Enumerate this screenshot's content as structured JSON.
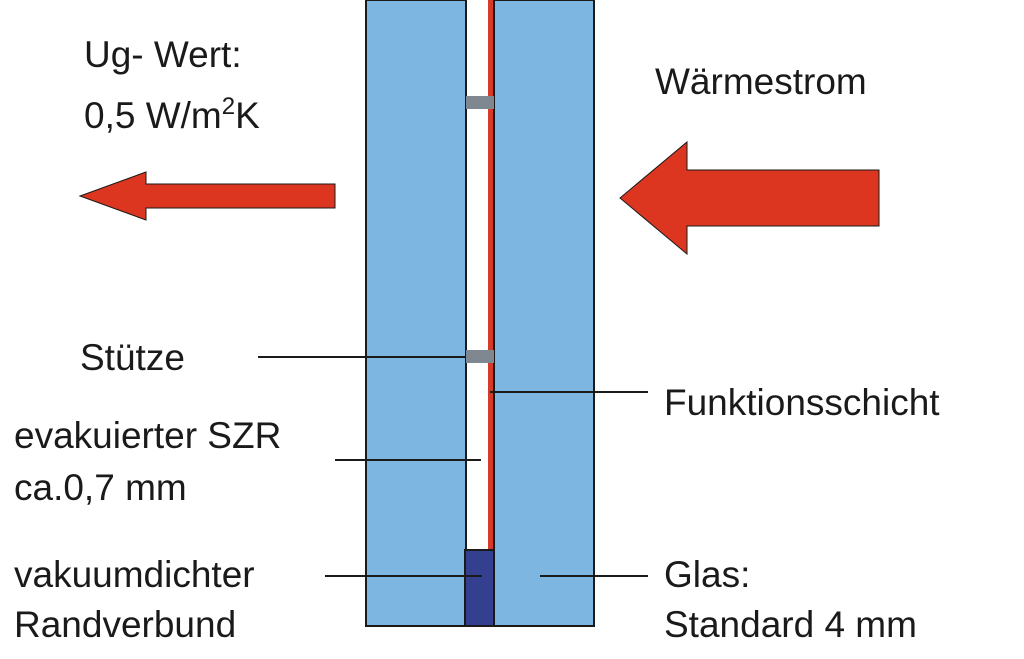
{
  "labels": {
    "ug_line1": "Ug- Wert:",
    "ug_line2_prefix": "0,5 W/m",
    "ug_line2_sup": "2",
    "ug_line2_suffix": "K",
    "waermestrom": "Wärmestrom",
    "stuetze": "Stütze",
    "funktionsschicht": "Funktionsschicht",
    "szr_line1": "evakuierter SZR",
    "szr_line2": "ca.0,7 mm",
    "rand_line1": "vakuumdichter",
    "rand_line2": "Randverbund",
    "glas_line1": "Glas:",
    "glas_line2": "Standard 4 mm"
  },
  "colors": {
    "glass": "#7eb6e2",
    "glass_edge": "#1a1a1a",
    "arrow": "#dc3620",
    "functional_layer": "#d63a2a",
    "support": "#7f8891",
    "edge_seal": "#343f8f",
    "leader_line": "#1a1a1a"
  }
}
